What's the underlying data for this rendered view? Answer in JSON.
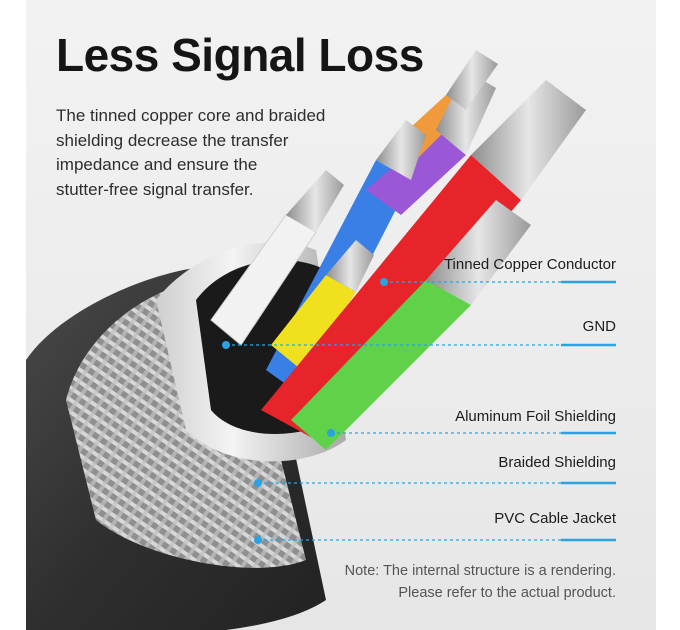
{
  "title": "Less Signal Loss",
  "description": [
    "The tinned copper core and braided",
    "shielding decrease the transfer",
    "impedance and ensure the",
    "stutter-free signal transfer."
  ],
  "callouts": [
    "Tinned Copper Conductor",
    "GND",
    "Aluminum Foil Shielding",
    "Braided Shielding",
    "PVC Cable Jacket"
  ],
  "note": [
    "Note: The internal structure is a rendering.",
    "Please refer to the actual product."
  ],
  "colors": {
    "callout_line": "#2aa3e0",
    "jacket": "#3a3a3a",
    "wire_red": "#e8242a",
    "wire_green": "#5fd24a",
    "wire_yellow": "#f3e21a",
    "wire_purple": "#9b5bd8",
    "wire_blue": "#2f6fe0",
    "wire_orange": "#f09a3c",
    "wire_white": "#f5f5f5"
  }
}
